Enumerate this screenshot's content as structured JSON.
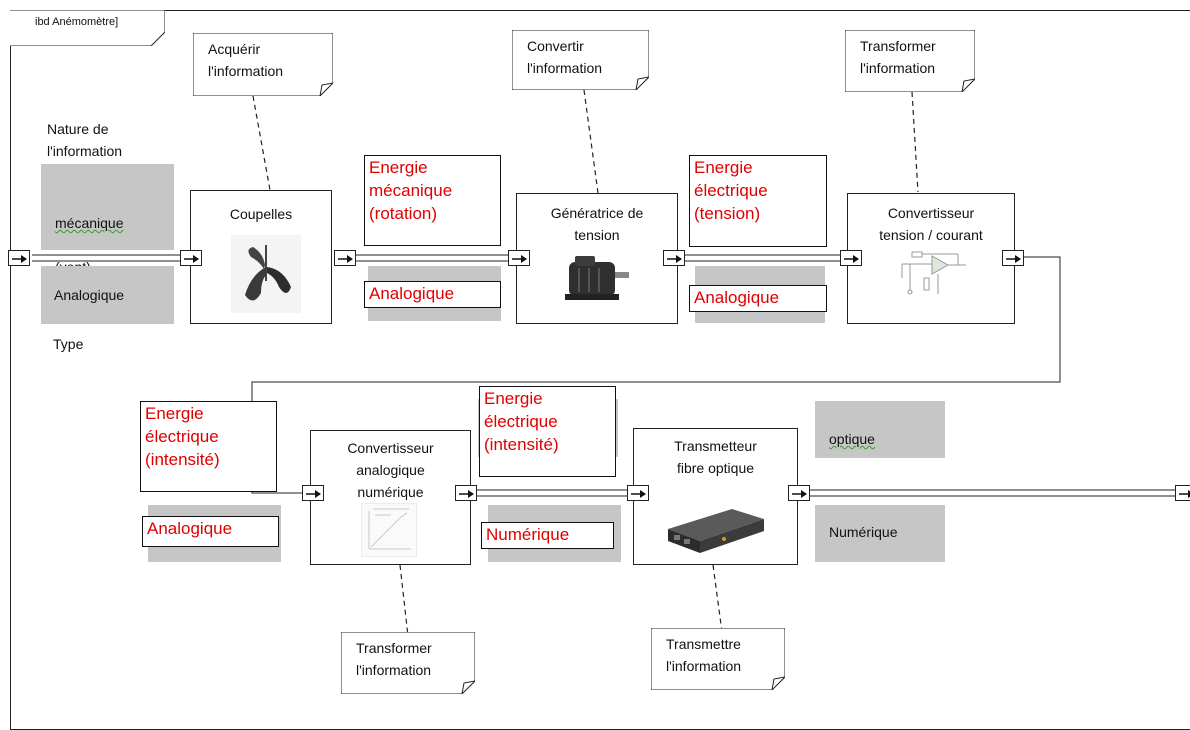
{
  "diagram": {
    "header": "ibd Anémomètre]",
    "function_notes": {
      "acquerir": "Acquérir\nl'information",
      "convertir": "Convertir\nl'information",
      "transformer_top": "Transformer\nl'information",
      "transformer_bottom": "Transformer\nl'information",
      "transmettre": "Transmettre\nl'information"
    },
    "legend": {
      "nature_title": "Nature de\nl'information",
      "nature_value_word": "mécanique",
      "nature_value_rest": "(vent)",
      "type_value": "Analogique",
      "type_title": "Type"
    },
    "blocks": {
      "coupelles": "Coupelles",
      "generatrice": "Génératrice de\ntension",
      "convertisseur_tc": "Convertisseur\ntension / courant",
      "can": "Convertisseur\nanalogique\nnumérique",
      "transmetteur": "Transmetteur\nfibre optique"
    },
    "flows": {
      "f1_nature": "Energie\nmécanique\n(rotation)",
      "f1_type": "Analogique",
      "f2_nature": "Energie\nélectrique\n(tension)",
      "f2_type": "Analogique",
      "f3_nature": "Energie\nélectrique\n(intensité)",
      "f3_type": "Analogique",
      "f4_nature": "Energie\nélectrique\n(intensité)",
      "f4_type": "Numérique",
      "f5_nature": "optique",
      "f5_type": "Numérique"
    },
    "colors": {
      "flow_text": "#e00000",
      "gray_fill": "#c6c6c6",
      "squiggle": "#3a9d2e"
    }
  }
}
